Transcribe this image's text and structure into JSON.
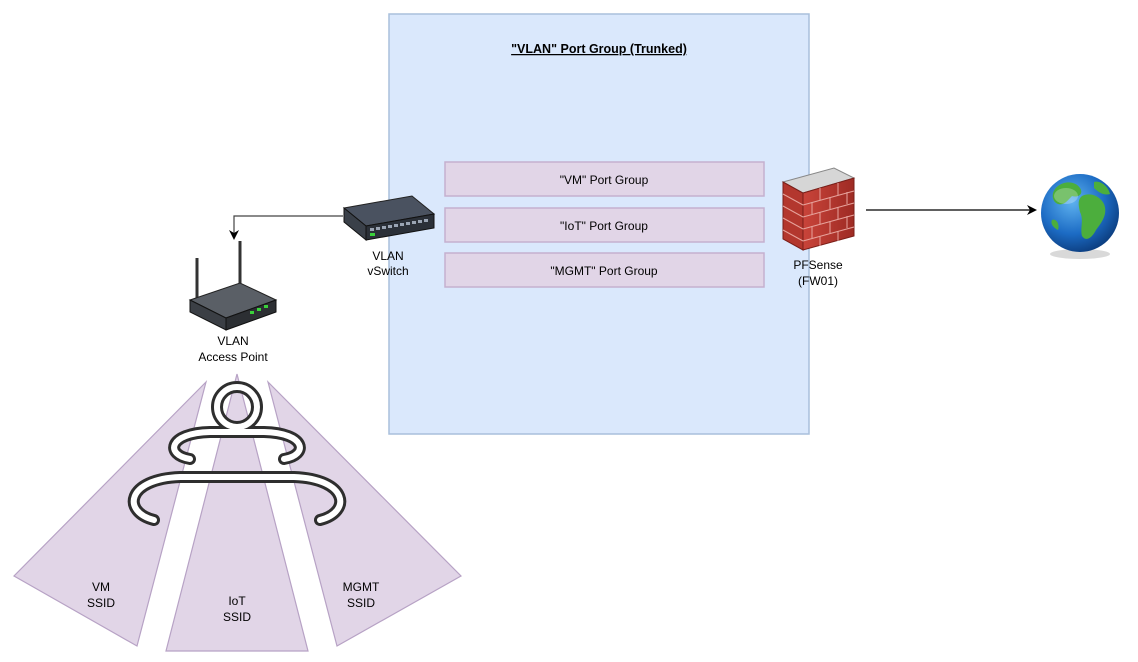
{
  "port_group_container": {
    "title": "\"VLAN\" Port Group (Trunked)",
    "fill": "#dae8fc",
    "stroke": "#a9bfdc"
  },
  "port_groups": [
    {
      "label": "\"VM\" Port Group"
    },
    {
      "label": "\"IoT\" Port Group"
    },
    {
      "label": "\"MGMT\" Port Group"
    }
  ],
  "port_group_fill": "#e1d5e7",
  "port_group_stroke": "#c5b0cf",
  "vswitch": {
    "label_line1": "VLAN",
    "label_line2": "vSwitch",
    "icon": "network-switch-icon"
  },
  "access_point": {
    "label_line1": "VLAN",
    "label_line2": "Access Point",
    "icon": "wireless-router-icon"
  },
  "firewall": {
    "label_line1": "PFSense",
    "label_line2": "(FW01)",
    "icon": "brick-firewall-icon"
  },
  "internet": {
    "icon": "globe-icon"
  },
  "wifi": {
    "icon": "wifi-signal-icon",
    "sector_fill": "#e1d5e7",
    "sector_stroke": "#b7a2c5"
  },
  "ssids": [
    {
      "line1": "VM",
      "line2": "SSID"
    },
    {
      "line1": "IoT",
      "line2": "SSID"
    },
    {
      "line1": "MGMT",
      "line2": "SSID"
    }
  ]
}
